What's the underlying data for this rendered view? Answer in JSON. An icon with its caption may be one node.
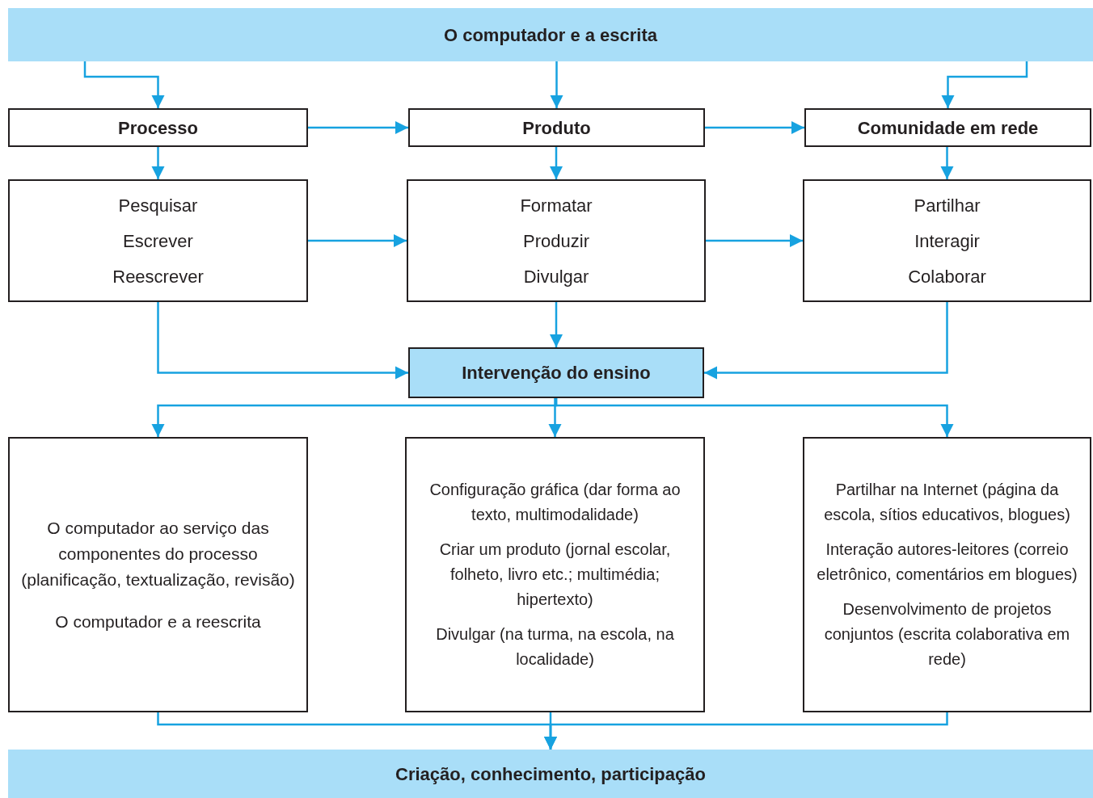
{
  "diagram": {
    "nodes": [
      {
        "text": [
          "O computador e a escrita"
        ]
      },
      {
        "text": [
          "Processo"
        ]
      },
      {
        "text": [
          "Produto"
        ]
      },
      {
        "text": [
          "Comunidade em rede"
        ]
      },
      {
        "text": [
          "Pesquisar",
          "Escrever",
          "Reescrever"
        ]
      },
      {
        "text": [
          "Formatar",
          "Produzir",
          "Divulgar"
        ]
      },
      {
        "text": [
          "Partilhar",
          "Interagir",
          "Colaborar"
        ]
      },
      {
        "text": [
          "Intervenção do ensino"
        ]
      },
      {
        "text": [
          "O computador ao serviço das componentes do processo (planificação, textualização, revisão)",
          "O computador e a reescrita"
        ]
      },
      {
        "text": [
          "Configuração gráfica (dar forma ao texto, multimodalidade)",
          "Criar um produto (jornal escolar, folheto, livro etc.; multimédia; hipertexto)",
          "Divulgar (na turma, na escola, na localidade)"
        ]
      },
      {
        "text": [
          "Partilhar na Internet (página da escola, sítios educativos, blogues)",
          "Interação autores-leitores (correio eletrônico, comentários em blogues)",
          "Desenvolvimento de projetos conjuntos (escrita colaborativa em rede)"
        ]
      },
      {
        "text": [
          "Criação, conhecimento, participação"
        ]
      }
    ],
    "edges": [
      {
        "from": 0,
        "to": 1,
        "arrow": "to"
      },
      {
        "from": 0,
        "to": 2,
        "arrow": "to"
      },
      {
        "from": 0,
        "to": 3,
        "arrow": "to"
      },
      {
        "from": 1,
        "to": 2,
        "arrow": "to"
      },
      {
        "from": 2,
        "to": 3,
        "arrow": "to"
      },
      {
        "from": 1,
        "to": 4,
        "arrow": "to"
      },
      {
        "from": 2,
        "to": 5,
        "arrow": "to"
      },
      {
        "from": 3,
        "to": 6,
        "arrow": "to"
      },
      {
        "from": 4,
        "to": 5,
        "arrow": "to"
      },
      {
        "from": 5,
        "to": 6,
        "arrow": "to"
      },
      {
        "from": 4,
        "to": 7,
        "arrow": "to"
      },
      {
        "from": 5,
        "to": 7,
        "arrow": "to"
      },
      {
        "from": 6,
        "to": 7,
        "arrow": "to"
      },
      {
        "from": 7,
        "to": 8,
        "arrow": "to"
      },
      {
        "from": 7,
        "to": 9,
        "arrow": "to"
      },
      {
        "from": 7,
        "to": 10,
        "arrow": "to"
      },
      {
        "from": 8,
        "to": 11,
        "arrow": "to"
      },
      {
        "from": 9,
        "to": 11,
        "arrow": "to"
      },
      {
        "from": 10,
        "to": 11,
        "arrow": "to"
      }
    ]
  }
}
